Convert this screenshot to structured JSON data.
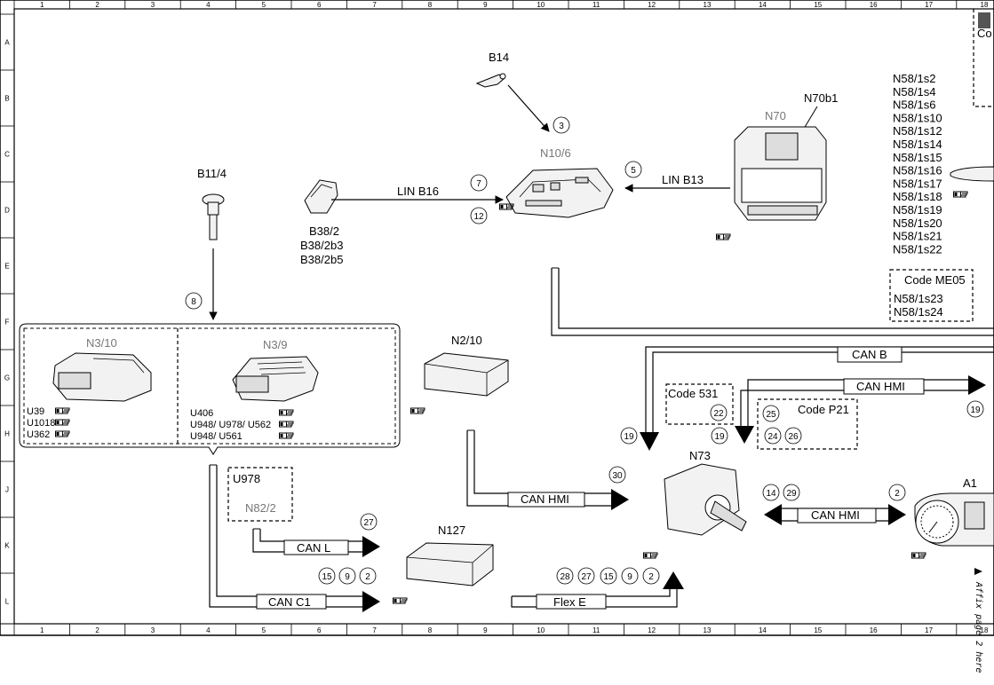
{
  "grid": {
    "columns": [
      "1",
      "2",
      "3",
      "4",
      "5",
      "6",
      "7",
      "8",
      "9",
      "10",
      "11",
      "12",
      "13",
      "14",
      "15",
      "16",
      "17",
      "18"
    ],
    "rows": [
      "A",
      "B",
      "C",
      "D",
      "E",
      "F",
      "G",
      "H",
      "J",
      "K",
      "L"
    ]
  },
  "components": {
    "b14": "B14",
    "b11_4": "B11/4",
    "b38_2": "B38/2",
    "b38_2b3": "B38/2b3",
    "b38_2b5": "B38/2b5",
    "n10_6": "N10/6",
    "n70": "N70",
    "n70b1": "N70b1",
    "n3_10": "N3/10",
    "n3_9": "N3/9",
    "n2_10": "N2/10",
    "n73": "N73",
    "n127": "N127",
    "n82_2": "N82/2",
    "a1": "A1",
    "u978": "U978",
    "code_531": "Code 531",
    "code_p21": "Code P21",
    "code_me05": "Code ME05",
    "code_top_right": "Co"
  },
  "n58_list": [
    "N58/1s2",
    "N58/1s4",
    "N58/1s6",
    "N58/1s10",
    "N58/1s12",
    "N58/1s14",
    "N58/1s15",
    "N58/1s16",
    "N58/1s17",
    "N58/1s18",
    "N58/1s19",
    "N58/1s20",
    "N58/1s21",
    "N58/1s22"
  ],
  "n58_me05": [
    "N58/1s23",
    "N58/1s24"
  ],
  "n3_10_variants": [
    "U39",
    "U1018",
    "U362"
  ],
  "n3_9_variants": [
    "U406",
    "U948/  U978/  U562",
    "U948/  U561"
  ],
  "buses": {
    "lin_b16": "LIN B16",
    "lin_b13": "LIN B13",
    "can_b": "CAN B",
    "can_hmi_top": "CAN HMI",
    "can_hmi_mid": "CAN HMI",
    "can_hmi_right": "CAN HMI",
    "can_l": "CAN L",
    "can_c1": "CAN C1",
    "flex_e": "Flex E"
  },
  "callouts": {
    "c3": "3",
    "c5": "5",
    "c7": "7",
    "c12": "12",
    "c8": "8",
    "c19a": "19",
    "c19b": "19",
    "c19c": "19",
    "c22": "22",
    "c25": "25",
    "c24": "24",
    "c26": "26",
    "c30": "30",
    "c14": "14",
    "c29": "29",
    "c2a": "2",
    "c27a": "27",
    "c15a": "15",
    "c9a": "9",
    "c2b": "2",
    "c28": "28",
    "c27b": "27",
    "c15b": "15",
    "c9b": "9",
    "c2c": "2"
  },
  "side_note": "Affix page 2 here"
}
